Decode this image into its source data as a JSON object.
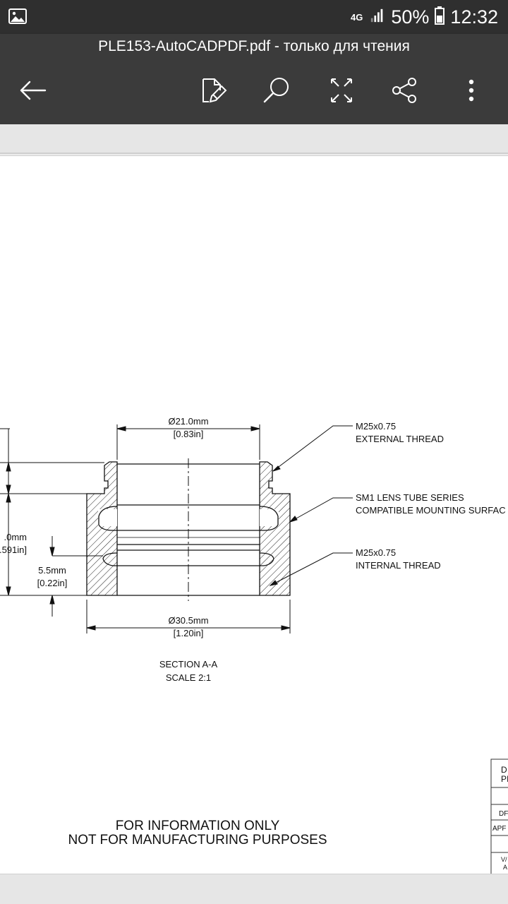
{
  "status_bar": {
    "network": "4G",
    "battery": "50%",
    "time": "12:32"
  },
  "app_bar": {
    "title": "PLE153-AutoCADPDF.pdf - только для чтения"
  },
  "drawing": {
    "dim_top_diameter": "Ø21.0mm",
    "dim_top_diameter_in": "[0.83in]",
    "dim_bottom_diameter": "Ø30.5mm",
    "dim_bottom_diameter_in": "[1.20in]",
    "dim_left_height_partial": ".0mm",
    "dim_left_height_partial_in": ".591in]",
    "dim_step": "5.5mm",
    "dim_step_in": "[0.22in]",
    "callout_external_1": "M25x0.75",
    "callout_external_2": "EXTERNAL THREAD",
    "callout_sm1_1": "SM1 LENS TUBE SERIES",
    "callout_sm1_2": "COMPATIBLE MOUNTING SURFAC",
    "callout_internal_1": "M25x0.75",
    "callout_internal_2": "INTERNAL THREAD",
    "section_label": "SECTION A-A",
    "scale_label": "SCALE 2:1",
    "notice_line1": "FOR INFORMATION ONLY",
    "notice_line2": "NOT FOR MANUFACTURING PURPOSES",
    "title_block_cells": [
      "D",
      "PI",
      "DF",
      "APF",
      "V/",
      "A"
    ]
  }
}
